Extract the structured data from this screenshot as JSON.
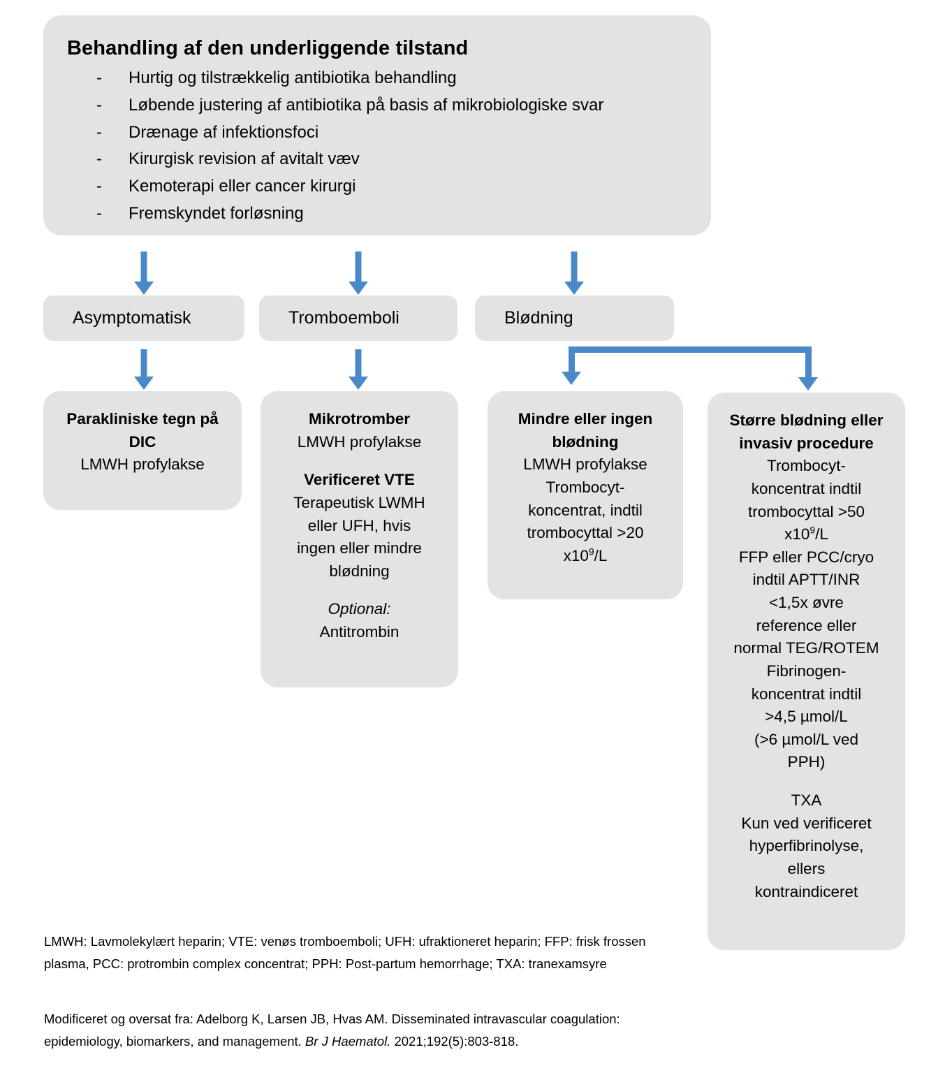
{
  "colors": {
    "box_fill": "#e4e3e3",
    "arrow_blue": "#4a89c8",
    "text": "#000000",
    "background": "#ffffff"
  },
  "treatment_box": {
    "title": "Behandling af den underliggende tilstand",
    "bullet_marker": "-",
    "items": [
      "Hurtig og tilstrækkelig antibiotika behandling",
      "Løbende justering af antibiotika på basis af mikrobiologiske svar",
      "Drænage af infektionsfoci",
      "Kirurgisk revision af avitalt væv",
      "Kemoterapi eller cancer kirurgi",
      "Fremskyndet forløsning"
    ]
  },
  "categories": [
    {
      "label": "Asymptomatisk"
    },
    {
      "label": "Tromboemboli"
    },
    {
      "label": "Blødning"
    }
  ],
  "details": {
    "parakliniske": {
      "heading": "Parakliniske tegn på DIC",
      "lines": [
        "LMWH profylakse"
      ]
    },
    "mikrotromber": {
      "heading_1": "Mikrotromber",
      "lines_1": [
        "LMWH profylakse"
      ],
      "heading_2": "Verificeret VTE",
      "lines_2": [
        "Terapeutisk LWMH",
        "eller UFH, hvis",
        "ingen eller mindre",
        "blødning"
      ],
      "optional_label": "Optional:",
      "optional_value": "Antitrombin"
    },
    "mindre": {
      "heading": "Mindre eller ingen blødning",
      "lines": [
        "LMWH profylakse",
        "Trombocyt-",
        "koncentrat, indtil",
        "trombocyttal >20"
      ],
      "unit_prefix": "x10",
      "unit_sup": "9",
      "unit_suffix": "/L"
    },
    "storre": {
      "heading": "Større blødning eller invasiv procedure",
      "lines_1": [
        "Trombocyt-",
        "koncentrat indtil",
        "trombocyttal >50"
      ],
      "unit_prefix": "x10",
      "unit_sup": "9",
      "unit_suffix": "/L",
      "lines_2": [
        "FFP eller PCC/cryo",
        "indtil APTT/INR",
        "<1,5x øvre",
        "reference eller",
        "normal TEG/ROTEM",
        "Fibrinogen-",
        "koncentrat indtil",
        ">4,5 µmol/L",
        "(>6 µmol/L ved",
        "PPH)"
      ],
      "lines_3": [
        "TXA",
        "Kun ved verificeret",
        "hyperfibrinolyse,",
        "ellers",
        "kontraindiceret"
      ]
    }
  },
  "footnotes": {
    "abbreviations": "LMWH: Lavmolekylært heparin; VTE: venøs tromboemboli; UFH: ufraktioneret heparin; FFP: frisk frossen plasma, PCC: protrombin complex concentrat; PPH: Post-partum hemorrhage; TXA: tranexamsyre",
    "source_prefix": "Modificeret og oversat fra: Adelborg K, Larsen JB, Hvas AM. Disseminated intravascular coagulation: epidemiology, biomarkers, and management. ",
    "source_journal": "Br J Haematol.",
    "source_suffix": " 2021;192(5):803-818."
  }
}
